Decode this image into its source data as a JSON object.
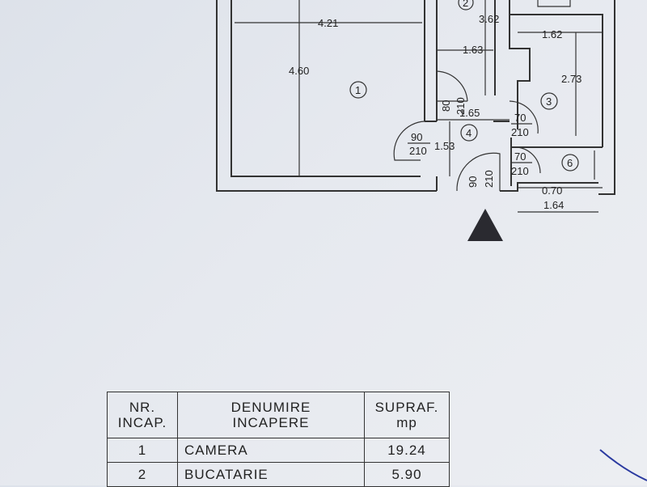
{
  "plan": {
    "dimensions": {
      "room1_width": "4.21",
      "room1_height": "4.60",
      "room2_height": "3.62",
      "room2_width": "1.63",
      "room3_width": "1.62",
      "room3_height": "2.73",
      "hall_width": "1.65",
      "hall_height": "1.53",
      "room6_width": "0.70",
      "room6_bottom": "1.64"
    },
    "doors": [
      {
        "w": "80",
        "h": "210"
      },
      {
        "w": "90",
        "h": "210"
      },
      {
        "w": "70",
        "h": "210"
      },
      {
        "w": "70",
        "h": "210"
      },
      {
        "w": "90",
        "h": "210"
      }
    ],
    "rooms": [
      "1",
      "2",
      "3",
      "4",
      "6"
    ]
  },
  "table": {
    "headers": {
      "nr_line1": "NR.",
      "nr_line2": "INCAP.",
      "name_line1": "DENUMIRE",
      "name_line2": "INCAPERE",
      "area_line1": "SUPRAF.",
      "area_line2": "mp"
    },
    "rows": [
      {
        "nr": "1",
        "name": "CAMERA",
        "area": "19.24"
      },
      {
        "nr": "2",
        "name": "BUCATARIE",
        "area": "5.90"
      }
    ]
  }
}
